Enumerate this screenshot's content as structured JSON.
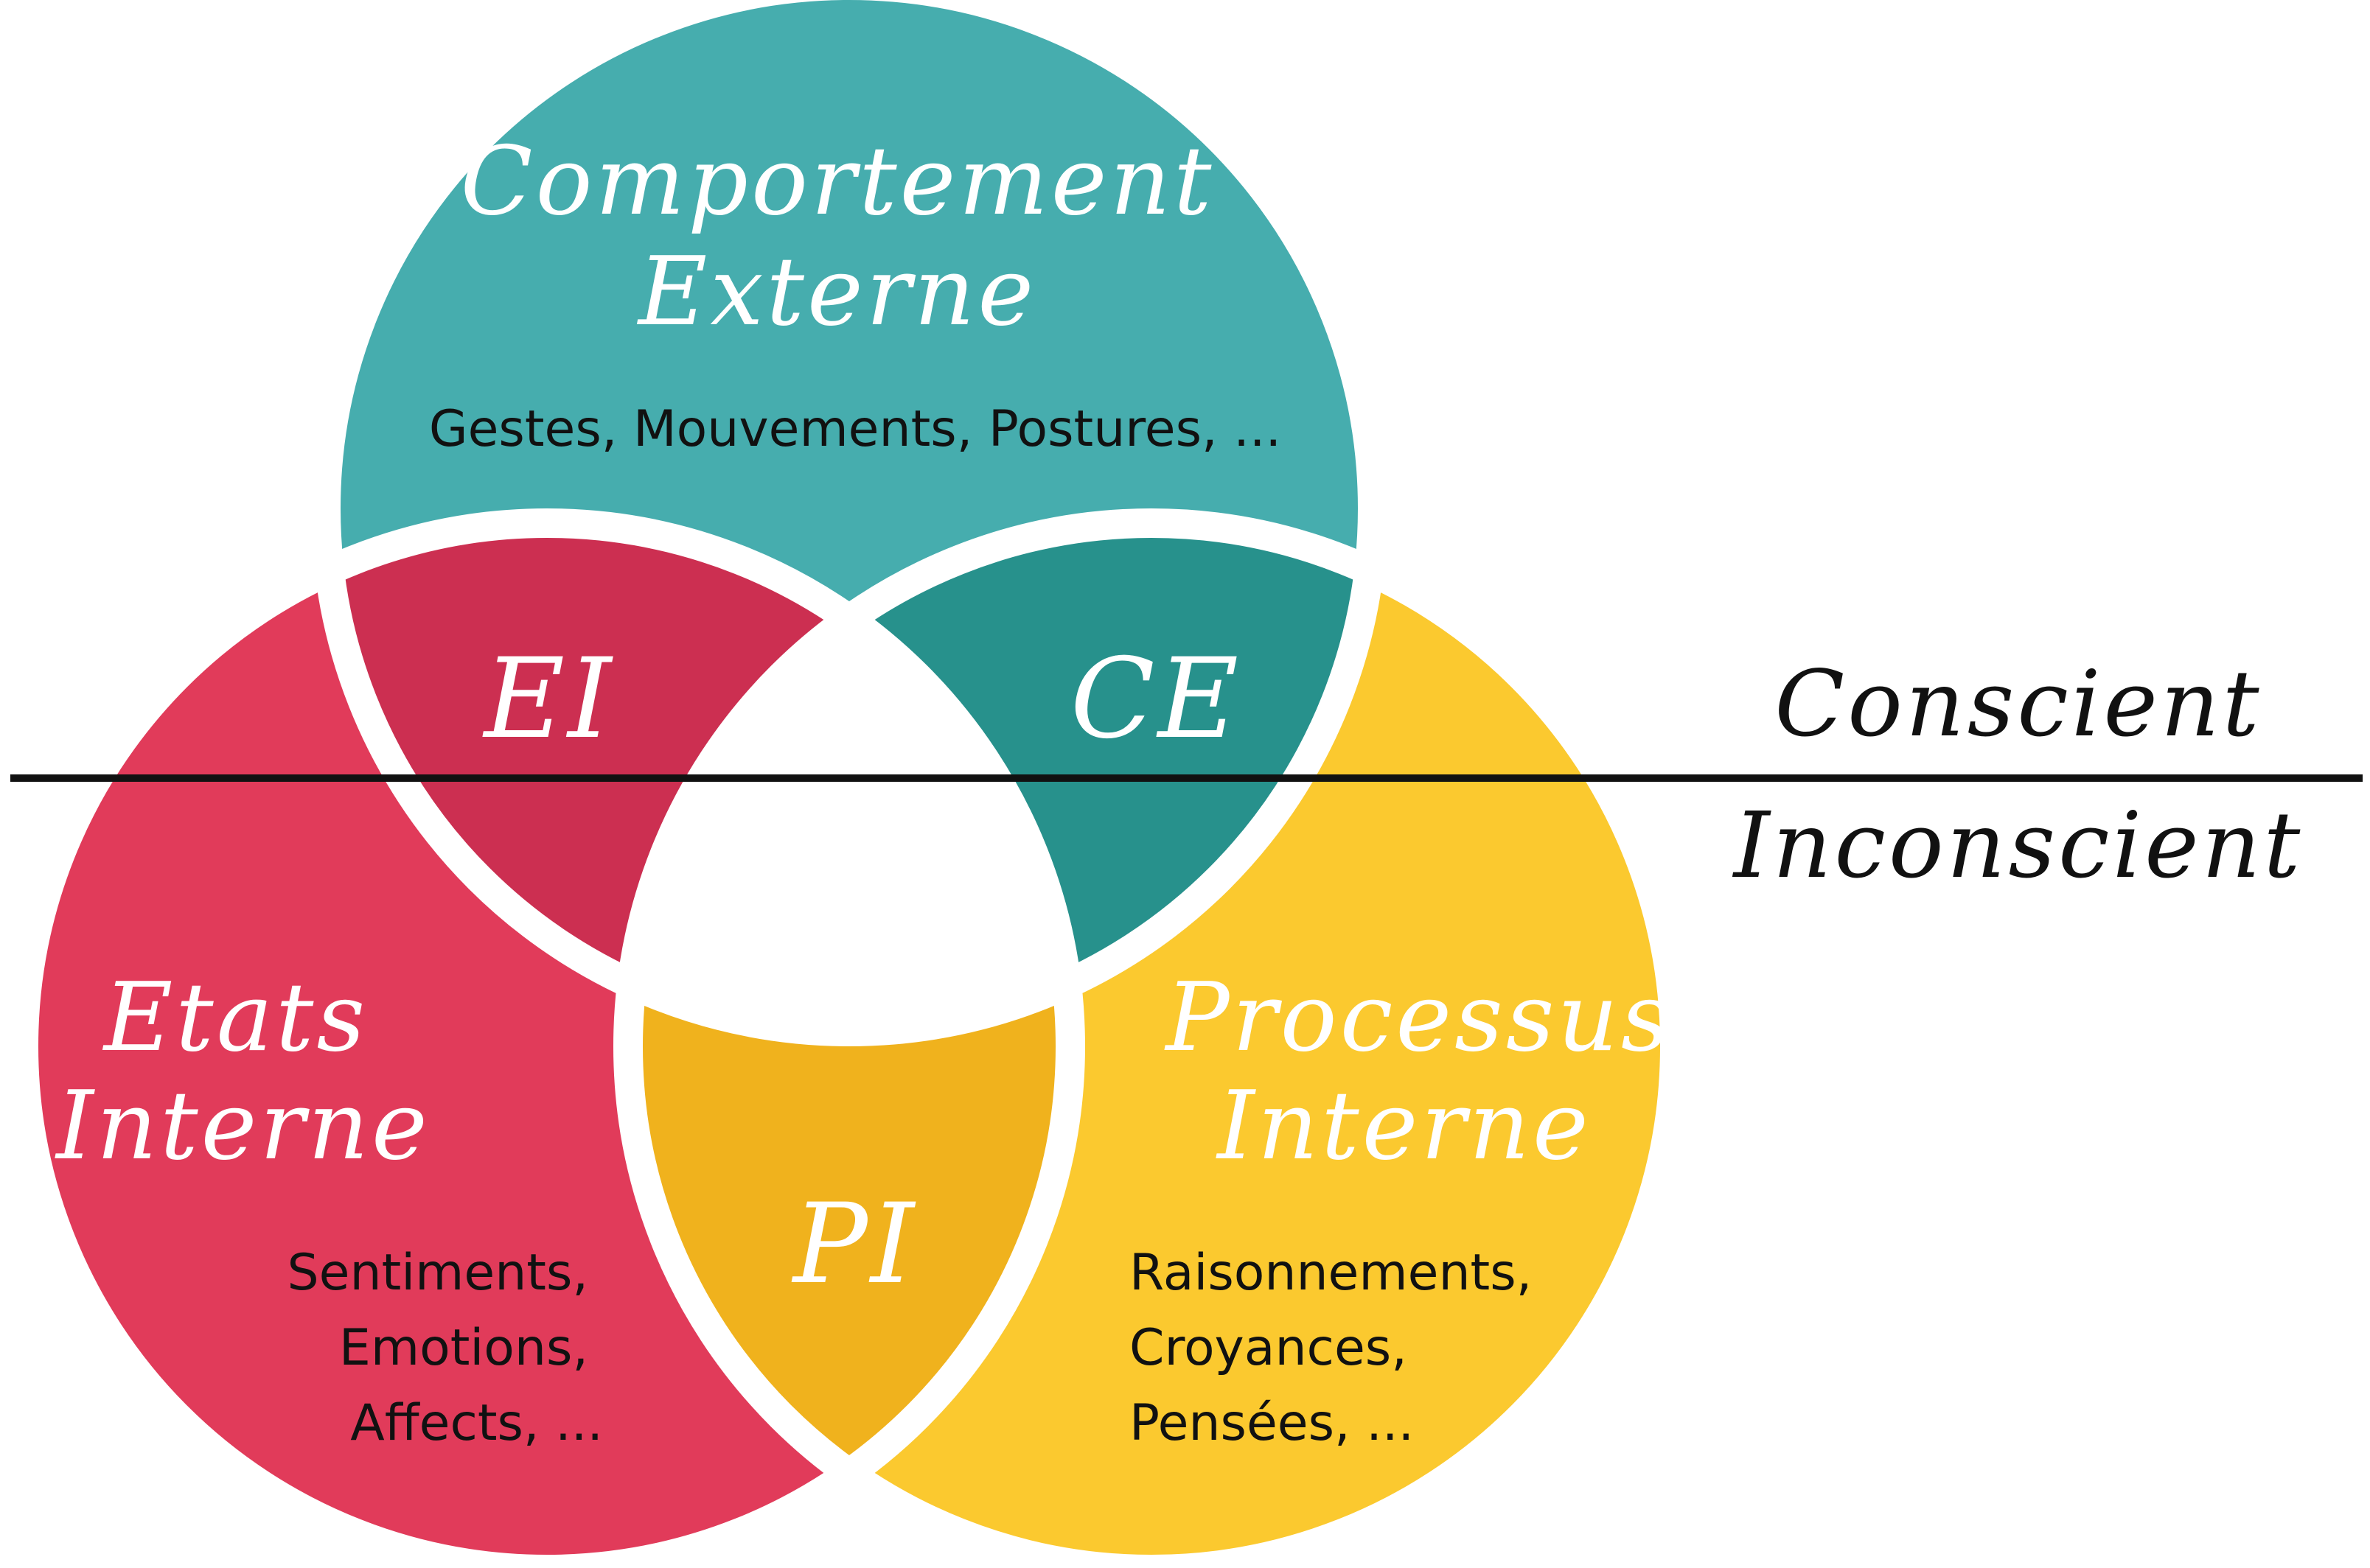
{
  "circles": {
    "comportement": {
      "title_line1": "Comportement",
      "title_line2": "Externe",
      "items": [
        "Gestes, Mouvements, Postures, ..."
      ],
      "color": "#46adae"
    },
    "etats": {
      "title_line1": "Etats",
      "title_line2": "Interne",
      "items": [
        "Sentiments,",
        "Emotions,",
        "Affects, ..."
      ],
      "color": "#e13b5a"
    },
    "processus": {
      "title_line1": "Processus",
      "title_line2": "Interne",
      "items": [
        "Raisonnements,",
        "Croyances,",
        "Pensées, ..."
      ],
      "color": "#fbc92f"
    }
  },
  "overlaps": {
    "ei": {
      "label": "EI",
      "color": "#cc2f51"
    },
    "ce": {
      "label": "CE",
      "color": "#27918c"
    },
    "pi": {
      "label": "PI",
      "color": "#f0b21d"
    }
  },
  "divider": {
    "above_label": "Conscient",
    "below_label": "Inconscient"
  }
}
